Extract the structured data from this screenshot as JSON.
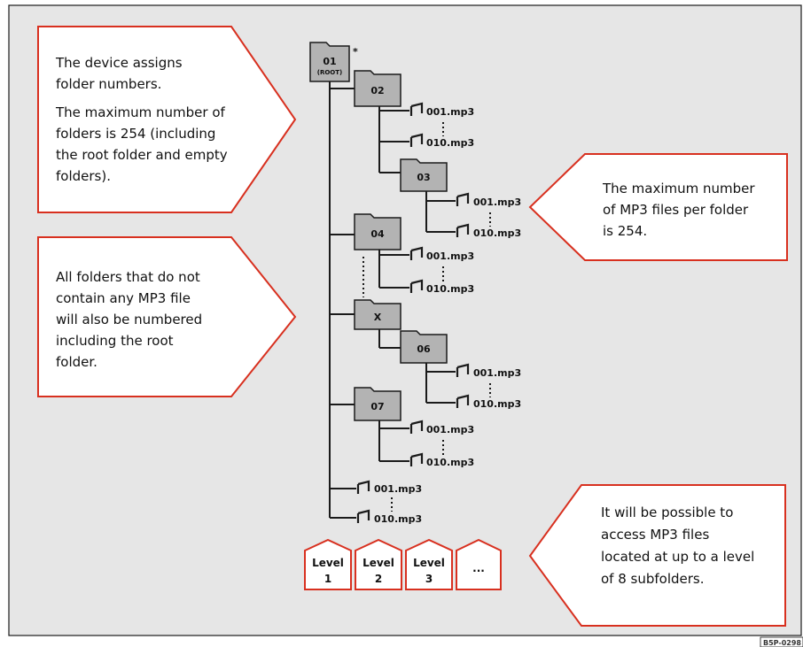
{
  "callouts": {
    "top_left": {
      "lines_a": [
        "The device assigns",
        "folder numbers."
      ],
      "lines_b": [
        "The maximum number of",
        "folders is 254 (including",
        "the root folder and empty",
        "folders)."
      ]
    },
    "middle_left": {
      "lines": [
        "All folders that do not",
        "contain any MP3 file",
        "will also be numbered",
        "including the root",
        "folder."
      ]
    },
    "right_top": {
      "lines": [
        "The maximum number",
        "of MP3 files per folder",
        "is 254."
      ]
    },
    "right_bottom": {
      "lines": [
        "It will be possible to",
        "access MP3 files",
        "located at up to a level",
        "of 8 subfolders."
      ]
    }
  },
  "folders": {
    "root": "01",
    "root_sub": "(ROOT)",
    "root_marker": "*",
    "f02": "02",
    "f03": "03",
    "f04": "04",
    "fx": "X",
    "f06": "06",
    "f07": "07"
  },
  "files": {
    "first": "001.mp3",
    "last": "010.mp3"
  },
  "levels": [
    {
      "line1": "Level",
      "line2": "1"
    },
    {
      "line1": "Level",
      "line2": "2"
    },
    {
      "line1": "Level",
      "line2": "3"
    },
    {
      "line1": "...",
      "line2": ""
    }
  ],
  "image_code": "B5P-0298",
  "colors": {
    "background": "#e6e6e6",
    "callout_border": "#d8301f",
    "folder_fill": "#b3b3b3",
    "callout_fill": "#ffffff"
  }
}
